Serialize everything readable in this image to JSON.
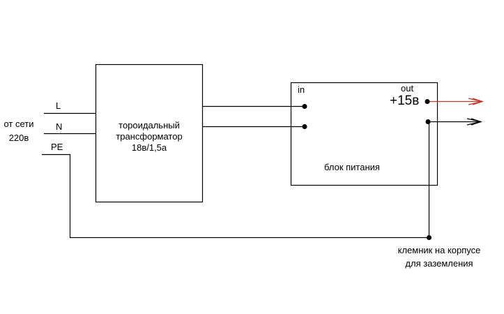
{
  "source": {
    "line1": "от сети",
    "line2": "220в"
  },
  "wires": {
    "l": "L",
    "n": "N",
    "pe": "PE"
  },
  "transformer": {
    "line1": "тороидальный",
    "line2": "трансформатор",
    "line3": "18в/1,5а"
  },
  "psu": {
    "title": "блок питания",
    "in": "in",
    "out": "out",
    "voltage": "+15в"
  },
  "ground": {
    "line1": "клемник на корпусе",
    "line2": "для заземления"
  },
  "colors": {
    "positive": "#c0392b",
    "wire": "#000000"
  }
}
